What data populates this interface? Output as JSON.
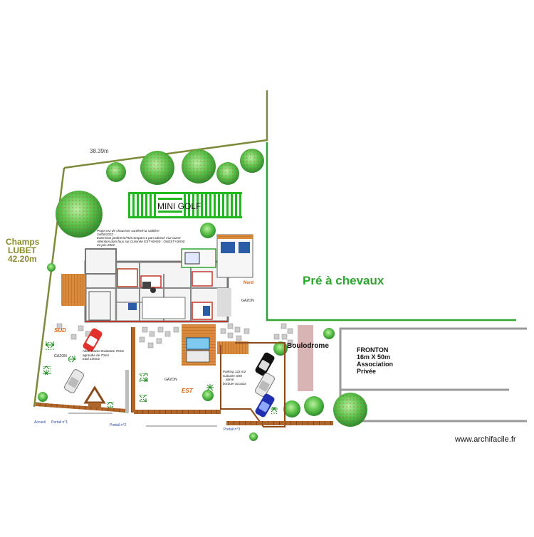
{
  "site": {
    "dimension_top": "38.39m",
    "champs_line1": "Champs",
    "champs_line2": "LUBET",
    "champs_line3": "42.20m",
    "mini_golf": "MINI GOLF",
    "pre_a_chevaux": "Pré à chevaux",
    "boulodrome": "Boulodrome",
    "fronton_line1": "FRONTON",
    "fronton_line2": "16m X 50m",
    "fronton_line3": "Association",
    "fronton_line4": "Privée",
    "watermark": "www.archifacile.fr"
  },
  "notes": {
    "project_line1": "Projet rez de chaussee surélevé la sablière",
    "project_line2": "24/06/2022 -",
    "project_line3": "Extension jardinerie/Toit rampant 1 pan adossé mur ouest",
    "project_line4": "Attention plan faux sur Cuisinée EST+0m50 - OUEST+0m50",
    "project_line5": "24 juin 2022"
  },
  "labels": {
    "sud": "SUD",
    "est": "EST",
    "nord": "Nord",
    "gazon_left": "GAZON",
    "gazon_center": "GAZON",
    "gazon_right": "GAZON",
    "allee_line1": "Allée Gazon Existante 70m2",
    "allee_line2": "agrandie de 70m2",
    "allee_line3": "total 140m2",
    "parking_line1": "Parking 122 m2",
    "parking_line2": "Calcaire 0/20",
    "parking_line3": "damé",
    "parking_line4": "bordure accacia",
    "accueil": "Accueil",
    "portail1": "Portail n°1",
    "portail2": "Portail n°2",
    "portail3": "Portail n°3"
  },
  "colors": {
    "boundary": "#7d8a3a",
    "green_fence": "#2fa52f",
    "golf_green": "#1fb81f",
    "tree_dark": "#2e8b2e",
    "tree_light": "#7dd96b",
    "fronton_line": "#9a9a9a",
    "boulodrome": "#d8b4b4",
    "fence_brown": "#8a4a1a",
    "label_orange": "#e06010",
    "champs_olive": "#8a8a2a"
  }
}
